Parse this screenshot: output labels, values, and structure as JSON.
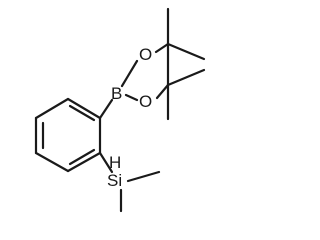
{
  "molecule": {
    "atoms": {
      "boron": "B",
      "oxygen_top": "O",
      "oxygen_bottom": "O",
      "silicon": "Si",
      "silicon_hydrogen": "H"
    }
  }
}
